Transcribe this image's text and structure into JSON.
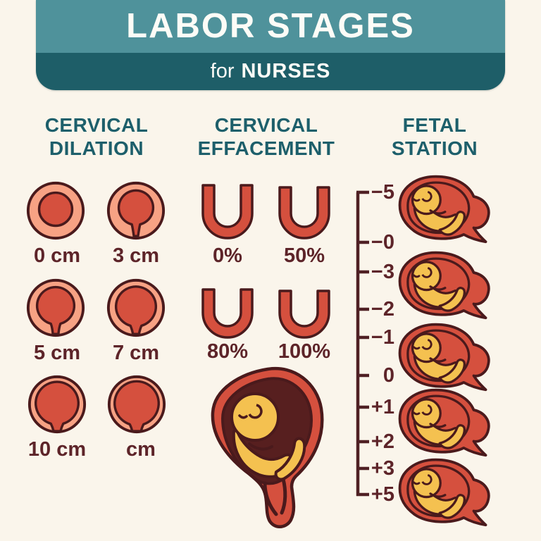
{
  "header": {
    "title": "LABOR STAGES",
    "subtitle_prefix": "for",
    "subtitle_emphasis": "NURSES"
  },
  "sections": {
    "dilation": {
      "title_line1": "CERVICAL",
      "title_line2": "DILATION",
      "items": [
        {
          "label": "0 cm"
        },
        {
          "label": "3 cm"
        },
        {
          "label": "5 cm"
        },
        {
          "label": "7 cm"
        },
        {
          "label": "10 cm"
        },
        {
          "label": "cm"
        }
      ]
    },
    "effacement": {
      "title_line1": "CERVICAL",
      "title_line2": "EFFACEMENT",
      "items": [
        {
          "label": "0%"
        },
        {
          "label": "50%"
        },
        {
          "label": "80%"
        },
        {
          "label": "100%"
        }
      ]
    },
    "station": {
      "title_line1": "FETAL",
      "title_line2": "STATION",
      "ticks": [
        "−5",
        "−0",
        "−3",
        "−2",
        "−1",
        "0",
        "+1",
        "+2",
        "+3",
        "+5"
      ]
    }
  },
  "icons": {
    "dilation_diagram": "cervix-ring-with-opening",
    "effacement_diagram": "u-shaped-cervix",
    "fetus_in_pelvis": "fetus-in-uterus-over-cervix",
    "fetus_station": "fetus-in-uterus-side"
  },
  "colors": {
    "background": "#faf5eb",
    "banner_teal": "#4f929b",
    "banner_dark_teal": "#1e5e68",
    "heading_teal": "#1d5f6b",
    "label_maroon": "#5d2429",
    "outline_maroon": "#4a1a1c",
    "salmon": "#f7a284",
    "red": "#d5503e",
    "fetus_yellow": "#f4c150",
    "womb_dark": "#571f1f",
    "text_white": "#fdfcf7"
  }
}
